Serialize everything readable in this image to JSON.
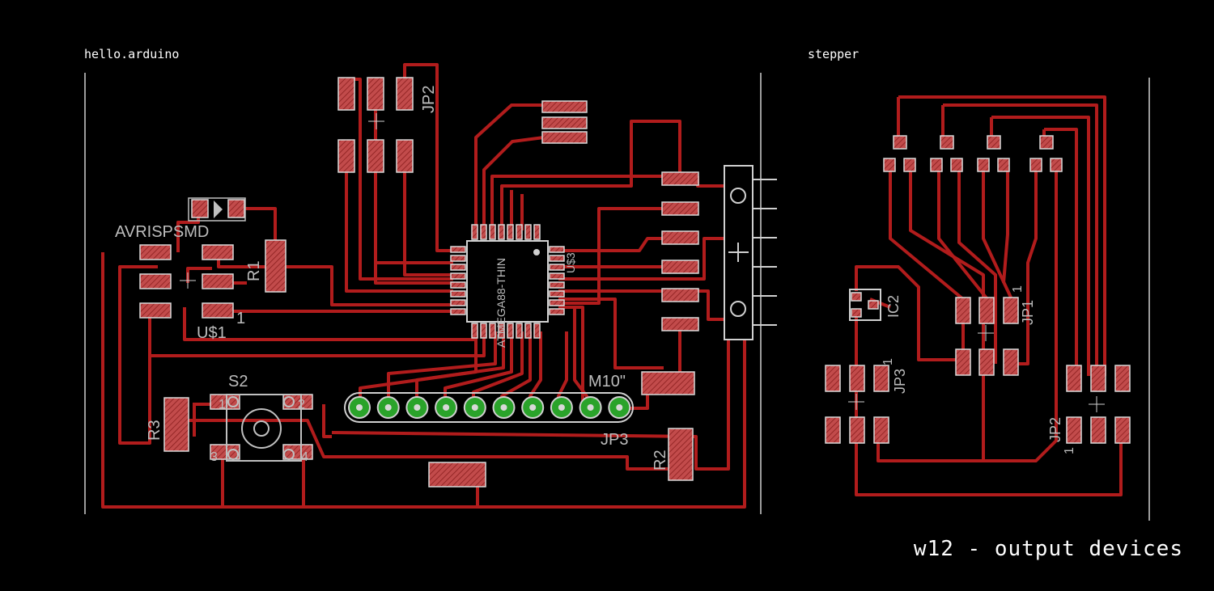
{
  "boards": [
    {
      "title": "hello.arduino"
    },
    {
      "title": "stepper"
    }
  ],
  "footer": "w12 - output devices",
  "colors": {
    "background": "#000000",
    "trace": "#b11c1c",
    "pad": "#c24b4b",
    "pad_hatch": "#7a1515",
    "silkscreen": "#c0c0c0",
    "header_pad": "#2aa32a",
    "outline": "#d0d0d0"
  },
  "labels": {
    "avrispsmd": "AVRISPSMD",
    "r1": "R1",
    "usdollar1": "U$1",
    "pin_one": "1",
    "s2": "S2",
    "r3": "R3",
    "jp2": "JP2",
    "atmega": "ATMEGA88-THIN",
    "u3": "U$3",
    "m10": "M10\"",
    "jp3": "JP3",
    "r2": "R2",
    "s2_p1": "1",
    "s2_p2": "2",
    "s2_p3": "3",
    "s2_p4": "4",
    "ic2": "IC2",
    "jp1_stepper": "JP1",
    "jp1_pin": "1",
    "jp3_stepper": "JP3",
    "jp3_pin": "1",
    "jp2_stepper": "JP2",
    "jp2_pin": "1"
  }
}
